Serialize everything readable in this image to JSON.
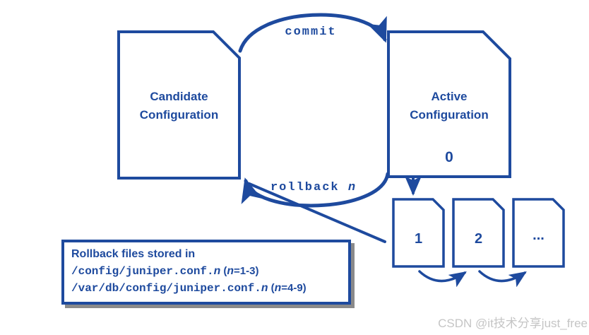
{
  "colors": {
    "accent_blue": "#1e4a9e",
    "callout_shadow_gray": "#8a8a8a",
    "watermark_gray": "#c5c5c5"
  },
  "diagram": {
    "candidate_doc": {
      "line1": "Candidate",
      "line2": "Configuration"
    },
    "active_doc": {
      "line1": "Active",
      "line2": "Configuration",
      "number": "0"
    },
    "commit_label": "commit",
    "rollback_label": "rollback ",
    "rollback_var": "n",
    "rollback_files": {
      "file1": "1",
      "file2": "2",
      "file3": "..."
    }
  },
  "callout": {
    "title": "Rollback files stored in",
    "file1": {
      "path": "/config/juniper.conf.",
      "var": "n",
      "open": " (",
      "var2": "n",
      "range": "=1-3)"
    },
    "file2": {
      "path": "/var/db/config/juniper.conf.",
      "var": "n",
      "open": " (",
      "var2": "n",
      "range": "=4-9)"
    }
  },
  "watermark": "CSDN @it技术分享just_free"
}
